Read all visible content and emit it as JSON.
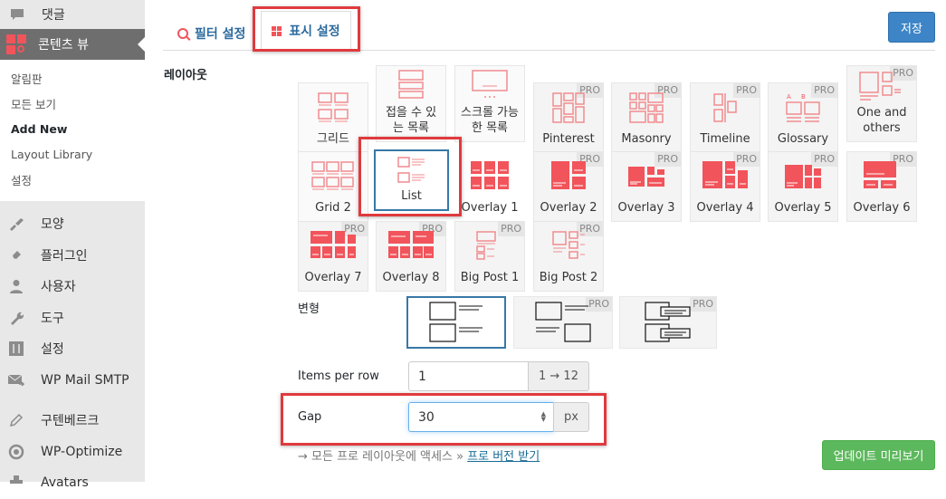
{
  "sidebar": {
    "top_item": {
      "label": "댓글",
      "icon": "comment-icon"
    },
    "active_item": {
      "label": "콘텐츠 뷰",
      "icon": "content-views-icon"
    },
    "submenu": [
      {
        "label": "알림판"
      },
      {
        "label": "모든 보기"
      },
      {
        "label": "Add New",
        "current": true
      },
      {
        "label": "Layout Library"
      },
      {
        "label": "설정"
      }
    ],
    "menu": [
      {
        "label": "모양",
        "icon": "paintbrush-icon"
      },
      {
        "label": "플러그인",
        "icon": "plugin-icon"
      },
      {
        "label": "사용자",
        "icon": "user-icon"
      },
      {
        "label": "도구",
        "icon": "wrench-icon"
      },
      {
        "label": "설정",
        "icon": "settings-icon"
      },
      {
        "label": "WP Mail SMTP",
        "icon": "mail-icon"
      },
      {
        "label": "구텐베르크",
        "icon": "pencil-icon"
      },
      {
        "label": "WP-Optimize",
        "icon": "optimize-icon"
      },
      {
        "label": "Avatars",
        "icon": "avatar-icon"
      }
    ]
  },
  "tabs": [
    {
      "label": "필터 설정",
      "icon": "search-icon"
    },
    {
      "label": "표시 설정",
      "icon": "grid-icon",
      "active": true
    }
  ],
  "toolbar": {
    "save_label": "저장"
  },
  "layout": {
    "label": "레이아웃",
    "pro_badge": "PRO",
    "options": [
      {
        "label": "그리드",
        "pro": false
      },
      {
        "label": "접을 수 있는 목록",
        "pro": false
      },
      {
        "label": "스크롤 가능한 목록",
        "pro": false
      },
      {
        "label": "Pinterest",
        "pro": true
      },
      {
        "label": "Masonry",
        "pro": true
      },
      {
        "label": "Timeline",
        "pro": true
      },
      {
        "label": "Glossary",
        "pro": true
      },
      {
        "label": "One and others",
        "pro": true
      },
      {
        "label": "Grid 2",
        "pro": false
      },
      {
        "label": "List",
        "pro": false,
        "selected": true
      },
      {
        "label": "Overlay 1",
        "pro": false
      },
      {
        "label": "Overlay 2",
        "pro": true
      },
      {
        "label": "Overlay 3",
        "pro": true
      },
      {
        "label": "Overlay 4",
        "pro": true
      },
      {
        "label": "Overlay 5",
        "pro": true
      },
      {
        "label": "Overlay 6",
        "pro": true
      },
      {
        "label": "Overlay 7",
        "pro": true
      },
      {
        "label": "Overlay 8",
        "pro": true
      },
      {
        "label": "Big Post 1",
        "pro": true
      },
      {
        "label": "Big Post 2",
        "pro": true
      }
    ]
  },
  "variant": {
    "label": "변형",
    "options": [
      {
        "name": "list-variant-1",
        "pro": false,
        "selected": true
      },
      {
        "name": "list-variant-2",
        "pro": true
      },
      {
        "name": "list-variant-3",
        "pro": true
      }
    ]
  },
  "items_per_row": {
    "label": "Items per row",
    "value": "1",
    "range": "1 → 12"
  },
  "gap": {
    "label": "Gap",
    "value": "30",
    "unit": "px"
  },
  "pro_promo": {
    "text": "→ 모든 프로 레이아웃에 액세스 »",
    "link": "프로 버전 받기"
  },
  "preview_button": {
    "label": "업데이트 미리보기"
  },
  "colors": {
    "accent": "#f2545b",
    "primary": "#3d85c6",
    "success": "#5cb85c",
    "highlight": "#e03a3e",
    "selected_border": "#3778a7"
  }
}
